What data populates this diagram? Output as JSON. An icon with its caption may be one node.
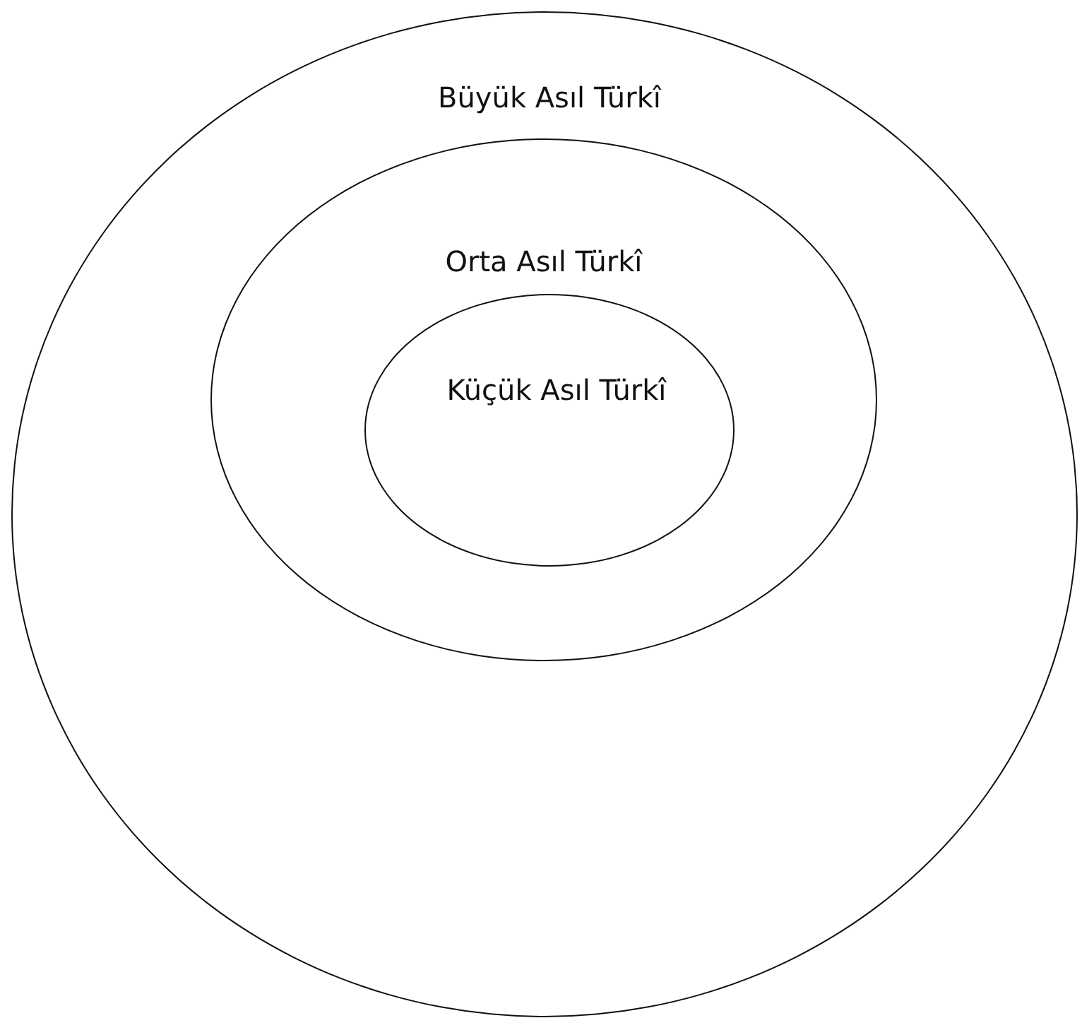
{
  "diagram": {
    "nodes": [
      {
        "text": [
          "Büyük Asıl Türkî"
        ]
      },
      {
        "text": [
          "Orta Asıl Türkî"
        ],
        "in": 0
      },
      {
        "text": [
          "Küçük Asıl Türkî"
        ],
        "in": 1
      }
    ]
  }
}
